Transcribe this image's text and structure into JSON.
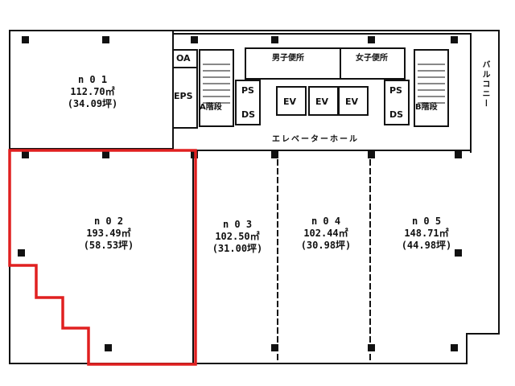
{
  "units": [
    {
      "id": "n 0 1",
      "area_m2": "112.70㎡",
      "area_tsubo": "(34.09坪)",
      "selected": false
    },
    {
      "id": "n 0 2",
      "area_m2": "193.49㎡",
      "area_tsubo": "(58.53坪)",
      "selected": true
    },
    {
      "id": "n 0 3",
      "area_m2": "102.50㎡",
      "area_tsubo": "(31.00坪)",
      "selected": false
    },
    {
      "id": "n 0 4",
      "area_m2": "102.44㎡",
      "area_tsubo": "(30.98坪)",
      "selected": false
    },
    {
      "id": "n 0 5",
      "area_m2": "148.71㎡",
      "area_tsubo": "(44.98坪)",
      "selected": false
    }
  ],
  "core": {
    "oa": "OA",
    "eps": "EPS",
    "stair_a": "A階段",
    "stair_b": "B階段",
    "ps_left": "PS",
    "ds_left": "DS",
    "ps_right": "PS",
    "ds_right": "DS",
    "mens_toilet": "男子便所",
    "womens_toilet": "女子便所",
    "ev1": "EV",
    "ev2": "EV",
    "ev3": "EV",
    "elevator_hall": "エレベーターホール",
    "balcony": "バルコニー"
  },
  "colors": {
    "highlight": "#e02020",
    "wall": "#111111"
  }
}
